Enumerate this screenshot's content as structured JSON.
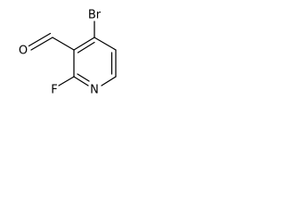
{
  "molecule": {
    "atoms": {
      "bromine": "Br",
      "oxygen": "O",
      "fluorine": "F",
      "nitrogen": "N"
    }
  },
  "colors": {
    "bond": "#000000",
    "label": "#000000",
    "background": "#ffffff"
  }
}
